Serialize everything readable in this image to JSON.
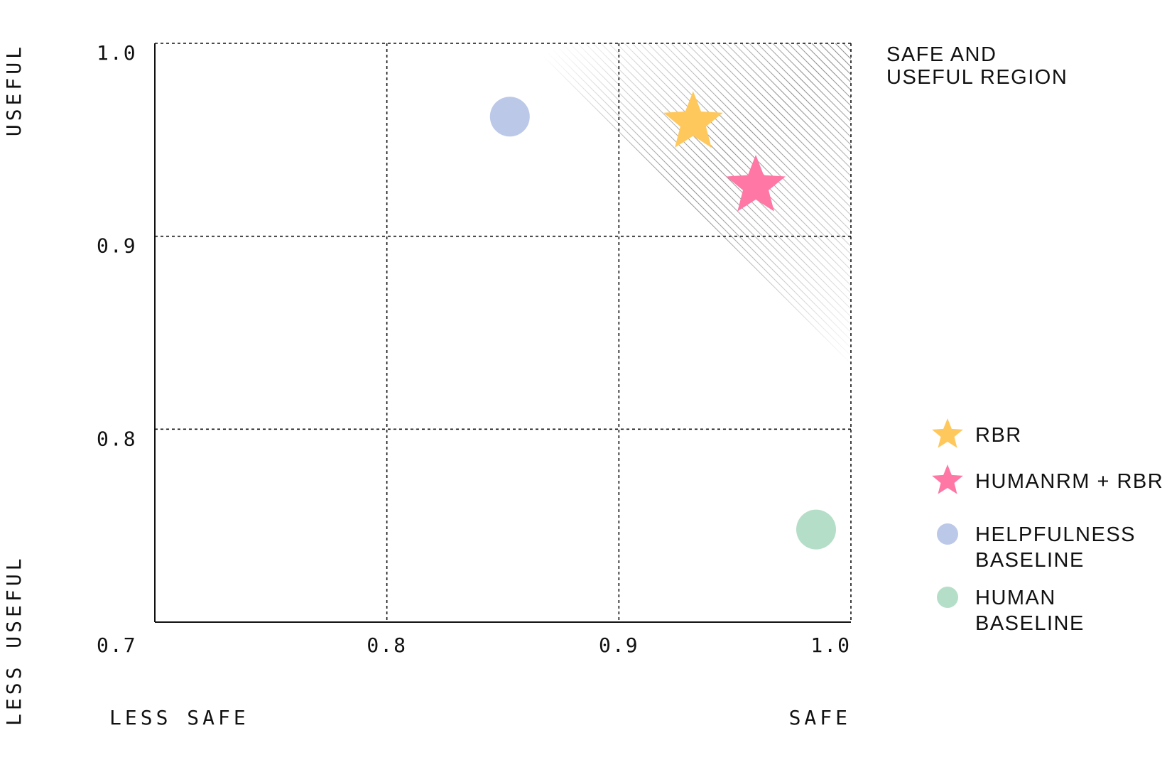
{
  "chart_data": {
    "type": "scatter",
    "xlim": [
      0.7,
      1.0
    ],
    "ylim": [
      0.7,
      1.0
    ],
    "x_ticks": [
      "0.7",
      "0.8",
      "0.9",
      "1.0"
    ],
    "y_ticks": [
      "0.8",
      "0.9",
      "1.0"
    ],
    "grid": true,
    "x_axis_labels": {
      "low": "LESS SAFE",
      "high": "SAFE"
    },
    "y_axis_labels": {
      "low": "LESS USEFUL",
      "high": "USEFUL"
    },
    "region_label": [
      "SAFE AND",
      "USEFUL REGION"
    ],
    "legend_position": "right",
    "series": [
      {
        "name": "RBR",
        "marker": "star",
        "color": "#FFC85C",
        "x": 0.932,
        "y": 0.959
      },
      {
        "name": "HUMANRM + RBR",
        "marker": "star",
        "color": "#FF77A5",
        "x": 0.959,
        "y": 0.926
      },
      {
        "name": "HELPFULNESS BASELINE",
        "marker": "circle",
        "color": "#BCC8E8",
        "x": 0.853,
        "y": 0.962
      },
      {
        "name": "HUMAN BASELINE",
        "marker": "circle",
        "color": "#B5DEC8",
        "x": 0.985,
        "y": 0.748
      }
    ],
    "legend": [
      {
        "lines": [
          "RBR"
        ],
        "marker": "star",
        "color": "#FFC85C"
      },
      {
        "lines": [
          "HUMANRM + RBR"
        ],
        "marker": "star",
        "color": "#FF77A5"
      },
      {
        "lines": [
          "HELPFULNESS",
          "BASELINE"
        ],
        "marker": "circle",
        "color": "#BCC8E8"
      },
      {
        "lines": [
          "HUMAN",
          "BASELINE"
        ],
        "marker": "circle",
        "color": "#B5DEC8"
      }
    ]
  }
}
